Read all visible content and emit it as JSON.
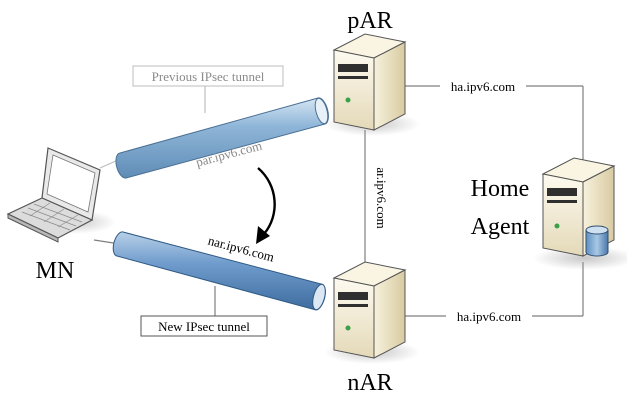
{
  "nodes": {
    "par": "pAR",
    "nar": "nAR",
    "mn": "MN",
    "home_agent_line1": "Home",
    "home_agent_line2": "Agent"
  },
  "links": {
    "par_ha": "ha.ipv6.com",
    "nar_ha": "ha.ipv6.com",
    "ar_link": "ar.ipv6.com"
  },
  "tunnels": {
    "previous_label": "Previous IPsec tunnel",
    "previous_addr": "par.ipv6.com",
    "new_label": "New IPsec tunnel",
    "new_addr": "nar.ipv6.com"
  },
  "colors": {
    "tunnel_previous": "#6f9fc7",
    "tunnel_new": "#4f7fb0",
    "server_body": "#efe6c9",
    "server_front": "#2f2f2f",
    "line": "#7f7f7f"
  }
}
